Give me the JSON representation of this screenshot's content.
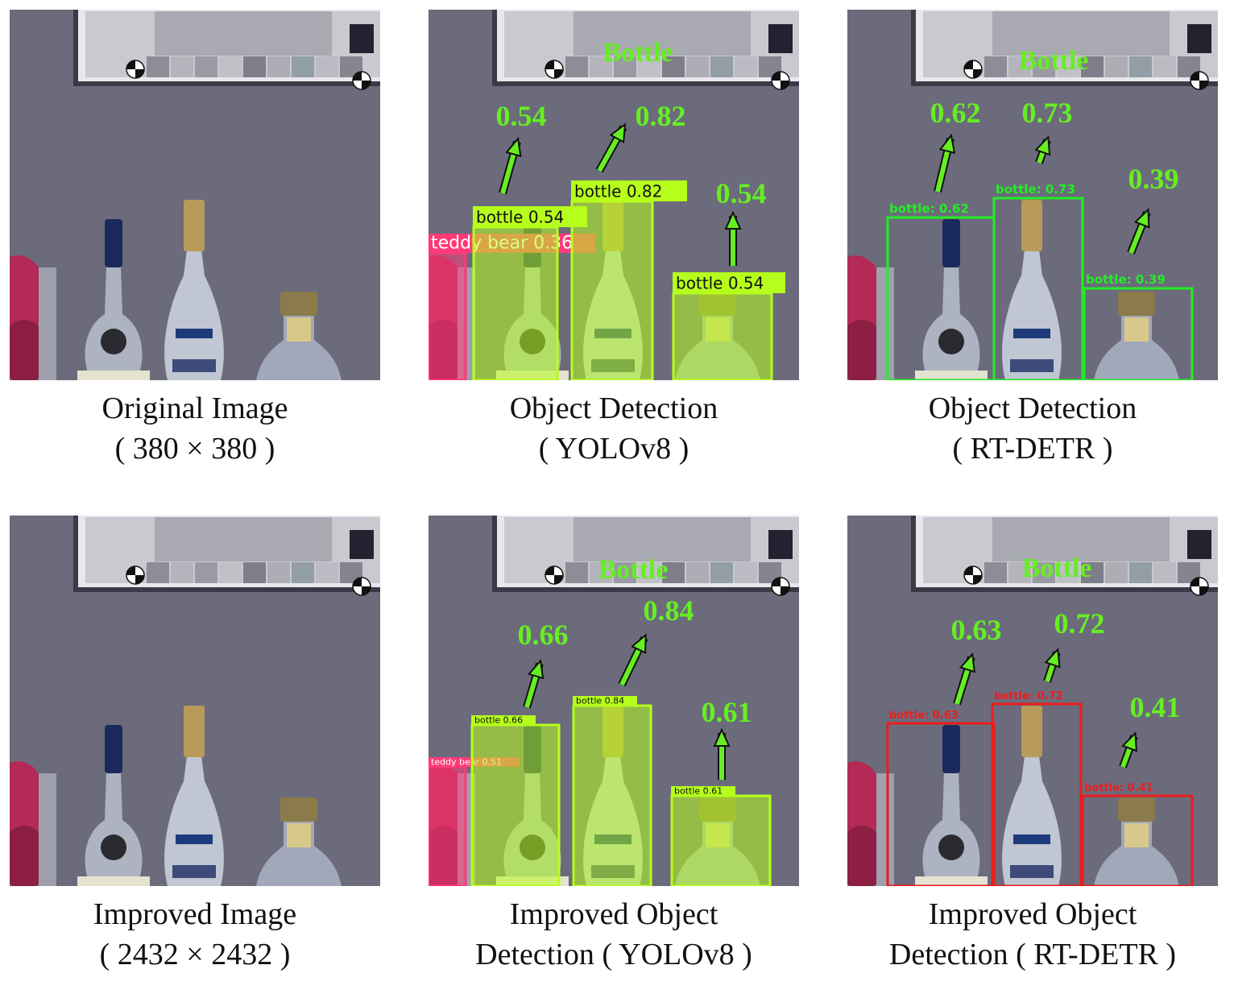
{
  "figure": {
    "panels": [
      {
        "id": "p1",
        "caption": [
          "Original Image",
          "( 380 × 380 )"
        ],
        "heading": "",
        "style": "none",
        "boxes": [],
        "scores": []
      },
      {
        "id": "p2",
        "caption": [
          "Object Detection",
          "( YOLOv8 )"
        ],
        "heading": "Bottle",
        "style": "yolo",
        "boxes": [
          {
            "label": "bottle 0.54",
            "color": "#b6ff1c"
          },
          {
            "label": "bottle 0.82",
            "color": "#b6ff1c"
          },
          {
            "label": "bottle 0.54",
            "color": "#b6ff1c"
          },
          {
            "label": "teddy bear 0.36",
            "color": "#ff3a78"
          }
        ],
        "scores": [
          "0.54",
          "0.82",
          "0.54"
        ]
      },
      {
        "id": "p3",
        "caption": [
          "Object Detection",
          "( RT-DETR )"
        ],
        "heading": "Bottle",
        "style": "detr-green",
        "boxes": [
          {
            "label": "bottle: 0.62",
            "color": "#22ee22"
          },
          {
            "label": "bottle: 0.73",
            "color": "#22ee22"
          },
          {
            "label": "bottle: 0.39",
            "color": "#22ee22"
          }
        ],
        "scores": [
          "0.62",
          "0.73",
          "0.39"
        ]
      },
      {
        "id": "p4",
        "caption": [
          "Improved Image",
          "( 2432 × 2432 )"
        ],
        "heading": "",
        "style": "none",
        "boxes": [],
        "scores": []
      },
      {
        "id": "p5",
        "caption": [
          "Improved Object",
          "Detection ( YOLOv8 )"
        ],
        "heading": "Bottle",
        "style": "yolo",
        "boxes": [
          {
            "label": "bottle 0.66",
            "color": "#b6ff1c"
          },
          {
            "label": "bottle 0.84",
            "color": "#b6ff1c"
          },
          {
            "label": "bottle 0.61",
            "color": "#b6ff1c"
          },
          {
            "label": "teddy bear 0.51",
            "color": "#ff3a78"
          }
        ],
        "scores": [
          "0.66",
          "0.84",
          "0.61"
        ]
      },
      {
        "id": "p6",
        "caption": [
          "Improved Object",
          "Detection ( RT-DETR )"
        ],
        "heading": "Bottle",
        "style": "detr-red",
        "boxes": [
          {
            "label": "bottle: 0.63",
            "color": "#ee1c1c"
          },
          {
            "label": "bottle: 0.72",
            "color": "#ee1c1c"
          },
          {
            "label": "bottle: 0.41",
            "color": "#ee1c1c"
          }
        ],
        "scores": [
          "0.63",
          "0.72",
          "0.41"
        ]
      }
    ],
    "colors": {
      "wall": "#6b6b7c",
      "score_text": "#66ee22",
      "arrow_fill": "#66ee22"
    }
  }
}
